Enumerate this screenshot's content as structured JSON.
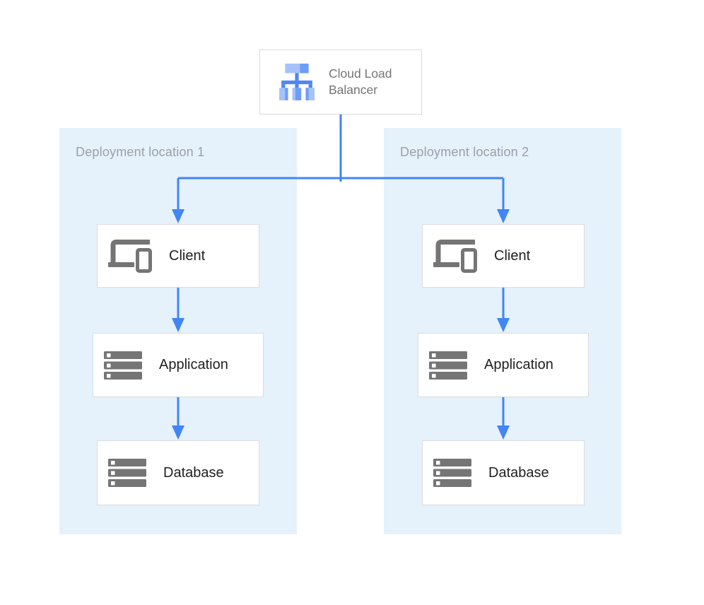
{
  "colors": {
    "accent_blue": "#4285f4",
    "zone_panel_bg": "#e5f1fb",
    "box_border": "#dadce0",
    "icon_gray": "#757575",
    "node_label_color": "#212124",
    "lb_label_color": "#757575",
    "zone_label_color": "#9aa0a6",
    "lb_icon_light_blue": "#a5c3f9",
    "lb_icon_medium_blue": "#6d9df7",
    "lb_icon_core_blue": "#4e86f4"
  },
  "load_balancer": {
    "label": "Cloud Load Balancer",
    "icon": "load-balancer-icon"
  },
  "zones": [
    {
      "label": "Deployment location 1",
      "nodes": [
        {
          "label": "Client",
          "icon": "client-devices-icon"
        },
        {
          "label": "Application",
          "icon": "server-stack-icon"
        },
        {
          "label": "Database",
          "icon": "server-stack-icon"
        }
      ]
    },
    {
      "label": "Deployment location 2",
      "nodes": [
        {
          "label": "Client",
          "icon": "client-devices-icon"
        },
        {
          "label": "Application",
          "icon": "server-stack-icon"
        },
        {
          "label": "Database",
          "icon": "server-stack-icon"
        }
      ]
    }
  ]
}
